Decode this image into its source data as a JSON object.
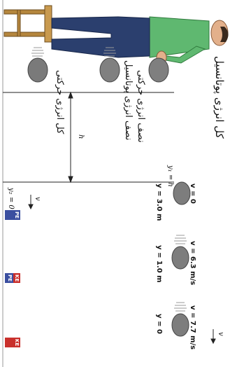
{
  "labels": {
    "total_potential": "کل انرژی پوتانسیل",
    "half_kinetic": "نصف انرژی حرکتی",
    "half_potential": "نصف انرژی پوتانسیل",
    "total_kinetic": "کل انرژی حرکتی"
  },
  "axis": {
    "y1": "y₁ = h",
    "h": "h",
    "y2": "y₂ = 0",
    "v": "v"
  },
  "states": [
    {
      "speed": "v = 0",
      "height": "y = 3.0 m"
    },
    {
      "speed": "v = 6.3 m/s",
      "height": "y = 1.0 m"
    },
    {
      "speed": "v = 7.7 m/s",
      "height": "y = 0"
    }
  ],
  "energy_bars": {
    "pe": "PE",
    "ke": "KE"
  },
  "colors": {
    "shirt": "#5fb870",
    "pants": "#2b3f6e",
    "skin": "#e3b08b",
    "rock": "#7f7f7f",
    "stool": "#c99a4f",
    "pe_bar": "#3b4fa0",
    "ke_bar": "#c9302c"
  }
}
